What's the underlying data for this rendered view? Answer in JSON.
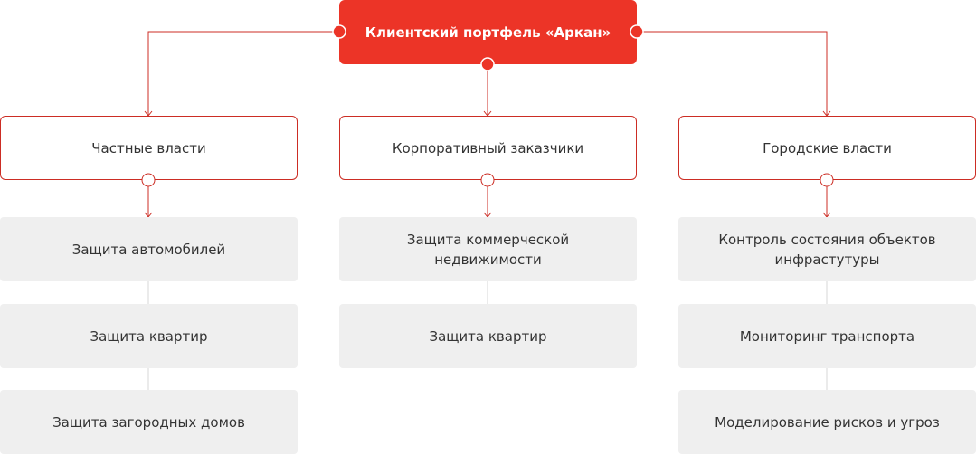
{
  "colors": {
    "accent": "#ec3427",
    "line": "#cc2d24",
    "leaf_bg": "#efefef",
    "leaf_connector": "#d7d7d7"
  },
  "root": {
    "label": "Клиентский портфель «Аркан»"
  },
  "columns": [
    {
      "title": "Частные власти",
      "items": [
        "Защита автомобилей",
        "Защита квартир",
        "Защита загородных домов"
      ]
    },
    {
      "title": "Корпоративный заказчики",
      "items": [
        "Защита коммерческой недвижимости",
        "Защита квартир"
      ]
    },
    {
      "title": "Городские власти",
      "items": [
        "Контроль состояния объектов инфрастутуры",
        "Мониторинг транспорта",
        "Моделирование рисков и угроз"
      ]
    }
  ]
}
